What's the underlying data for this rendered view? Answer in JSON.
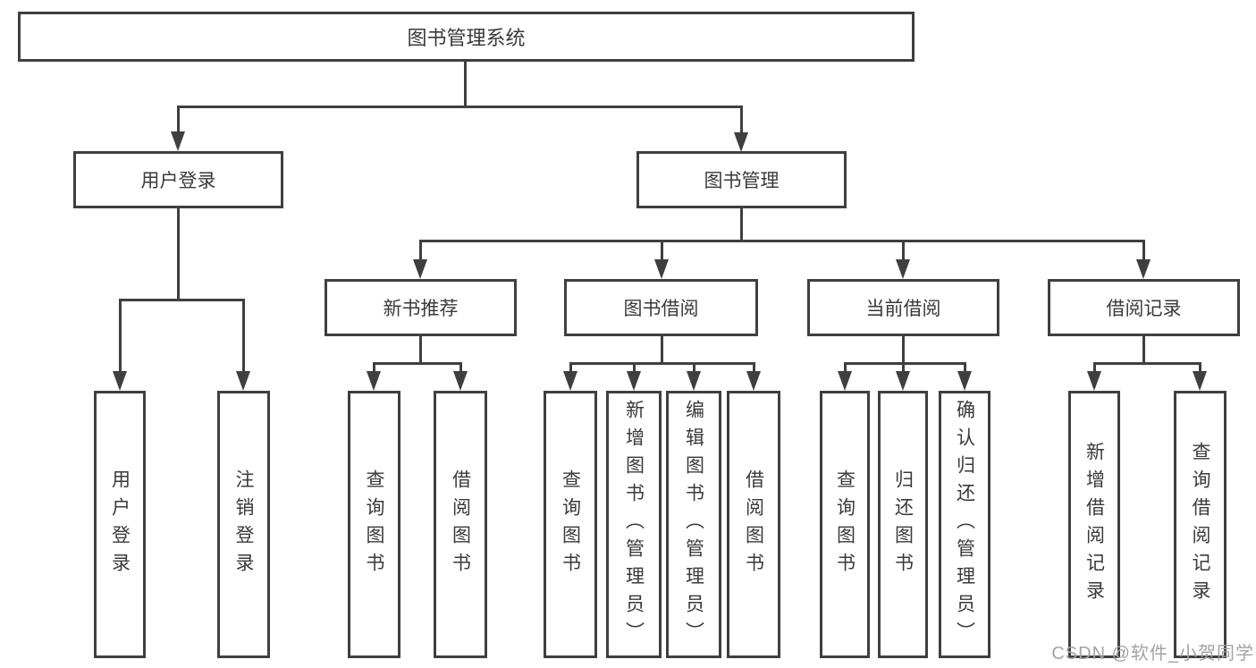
{
  "diagram": {
    "root": {
      "label": "图书管理系统"
    },
    "branches": [
      {
        "label": "用户登录"
      },
      {
        "label": "图书管理"
      }
    ],
    "sections": [
      {
        "label": "新书推荐"
      },
      {
        "label": "图书借阅"
      },
      {
        "label": "当前借阅"
      },
      {
        "label": "借阅记录"
      }
    ],
    "leaves": [
      {
        "label": "用户登录"
      },
      {
        "label": "注销登录"
      },
      {
        "label": "查询图书"
      },
      {
        "label": "借阅图书"
      },
      {
        "label": "查询图书"
      },
      {
        "label": "新增图书（管理员）"
      },
      {
        "label": "编辑图书（管理员）"
      },
      {
        "label": "借阅图书"
      },
      {
        "label": "查询图书"
      },
      {
        "label": "归还图书"
      },
      {
        "label": "确认归还（管理员）"
      },
      {
        "label": "新增借阅记录"
      },
      {
        "label": "查询借阅记录"
      }
    ]
  },
  "watermark": "CSDN @软件_小贺同学",
  "colors": {
    "line": "#3f3f3f",
    "text": "#3a3a3a",
    "watermark": "#a3a3a3",
    "background": "#ffffff"
  }
}
